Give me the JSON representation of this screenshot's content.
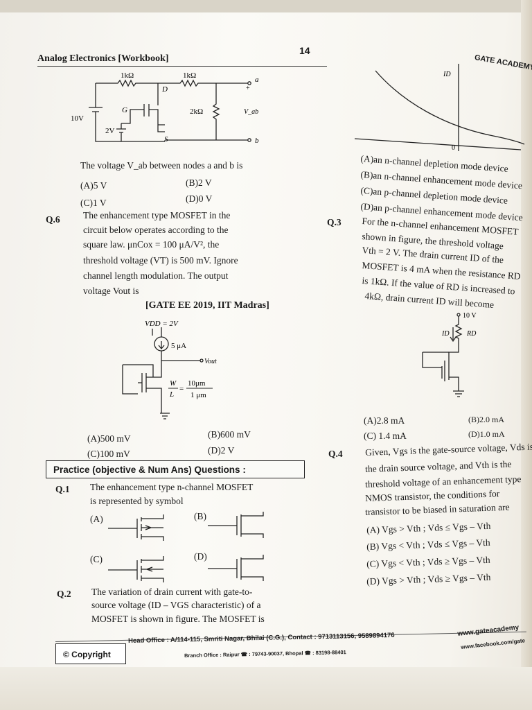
{
  "header": {
    "book_title": "Analog Electronics [Workbook]",
    "page_number": "14",
    "publisher_corner": "GATE ACADEMY"
  },
  "left": {
    "circuit1": {
      "r1": "1kΩ",
      "r2": "1kΩ",
      "r3": "2kΩ",
      "vdd": "10V",
      "vgs": "2V",
      "node_d": "D",
      "node_g": "G",
      "node_s": "S",
      "node_a": "a",
      "node_b": "b",
      "plus": "+",
      "vab": "V_ab"
    },
    "q_prev_stem": "The voltage V_ab between nodes a and b is",
    "q_prev_options": {
      "a": "(A)5 V",
      "b": "(B)2 V",
      "c": "(C)1 V",
      "d": "(D)0 V"
    },
    "q6": {
      "label": "Q.6",
      "lines": [
        "The enhancement type MOSFET in the",
        "circuit below operates according to the",
        "square  law.    μnCox = 100 μA/V²,    the",
        "threshold voltage (VT) is 500 mV. Ignore",
        "channel length modulation. The output",
        "voltage Vout is"
      ],
      "source": "[GATE EE 2019, IIT Madras]",
      "circuit": {
        "vdd": "VDD = 2V",
        "current": "5 μA",
        "vout": "Vout",
        "w": "W",
        "l": "L",
        "wl_num": "10μm",
        "wl_den": "1 μm",
        "eq": "="
      },
      "options": {
        "a": "(A)500 mV",
        "b": "(B)600 mV",
        "c": "(C)100 mV",
        "d": "(D)2 V"
      }
    },
    "practice_title": "Practice (objective & Num Ans) Questions :",
    "q1": {
      "label": "Q.1",
      "lines": [
        "The enhancement type n-channel MOSFET",
        "is represented by symbol"
      ],
      "options": {
        "a": "(A)",
        "b": "(B)",
        "c": "(C)",
        "d": "(D)"
      }
    },
    "q2": {
      "label": "Q.2",
      "lines": [
        "The variation of drain current with gate-to-",
        "source voltage (ID – VGS characteristic) of a",
        "MOSFET is shown in figure. The MOSFET is"
      ]
    }
  },
  "right": {
    "graph": {
      "y_label": "ID",
      "zero": "0"
    },
    "q2_options": [
      "(A)an n-channel depletion mode device",
      "(B)an n-channel enhancement mode device",
      "(C)an p-channel depletion mode device",
      "(D)an p-channel enhancement mode device"
    ],
    "q3": {
      "label": "Q.3",
      "lines": [
        "For the n-channel enhancement MOSFET",
        "shown in figure, the threshold voltage",
        "Vth = 2 V. The drain current ID of the",
        "MOSFET is 4 mA when the resistance RD",
        "is 1kΩ. If the value of RD is increased to",
        "4kΩ, drain current ID will become"
      ],
      "circuit": {
        "vdd": "10 V",
        "id": "ID",
        "rd": "RD"
      },
      "options": {
        "a": "(A)2.8 mA",
        "b": "(B)2.0 mA",
        "c": "(C) 1.4 mA",
        "d": "(D)1.0 mA"
      }
    },
    "q4": {
      "label": "Q.4",
      "lines": [
        "Given, Vgs is the gate-source voltage, Vds is",
        "the drain source voltage, and Vth is the",
        "threshold voltage of an enhancement type",
        "NMOS  transistor,  the  conditions  for",
        "transistor to be biased in saturation are"
      ],
      "options": {
        "a": "(A) Vgs > Vth ;  Vds ≤ Vgs – Vth",
        "b": "(B) Vgs < Vth ;  Vds ≤ Vgs – Vth",
        "c": "(C) Vgs < Vth ;  Vds ≥ Vgs – Vth",
        "d": "(D) Vgs > Vth ;  Vds ≥ Vgs – Vth"
      }
    }
  },
  "footer": {
    "copyright": "© Copyright",
    "line1": "Head Office : A/114-115, Smriti Nagar, Bhilai (C.G.), Contact : 9713113156, 9589894176",
    "line2": "Branch Office : Raipur ☎ : 79743-90037, Bhopal ☎ : 83198-88401",
    "web1": "www.gateacademy",
    "web2": "www.facebook.com/gate"
  }
}
